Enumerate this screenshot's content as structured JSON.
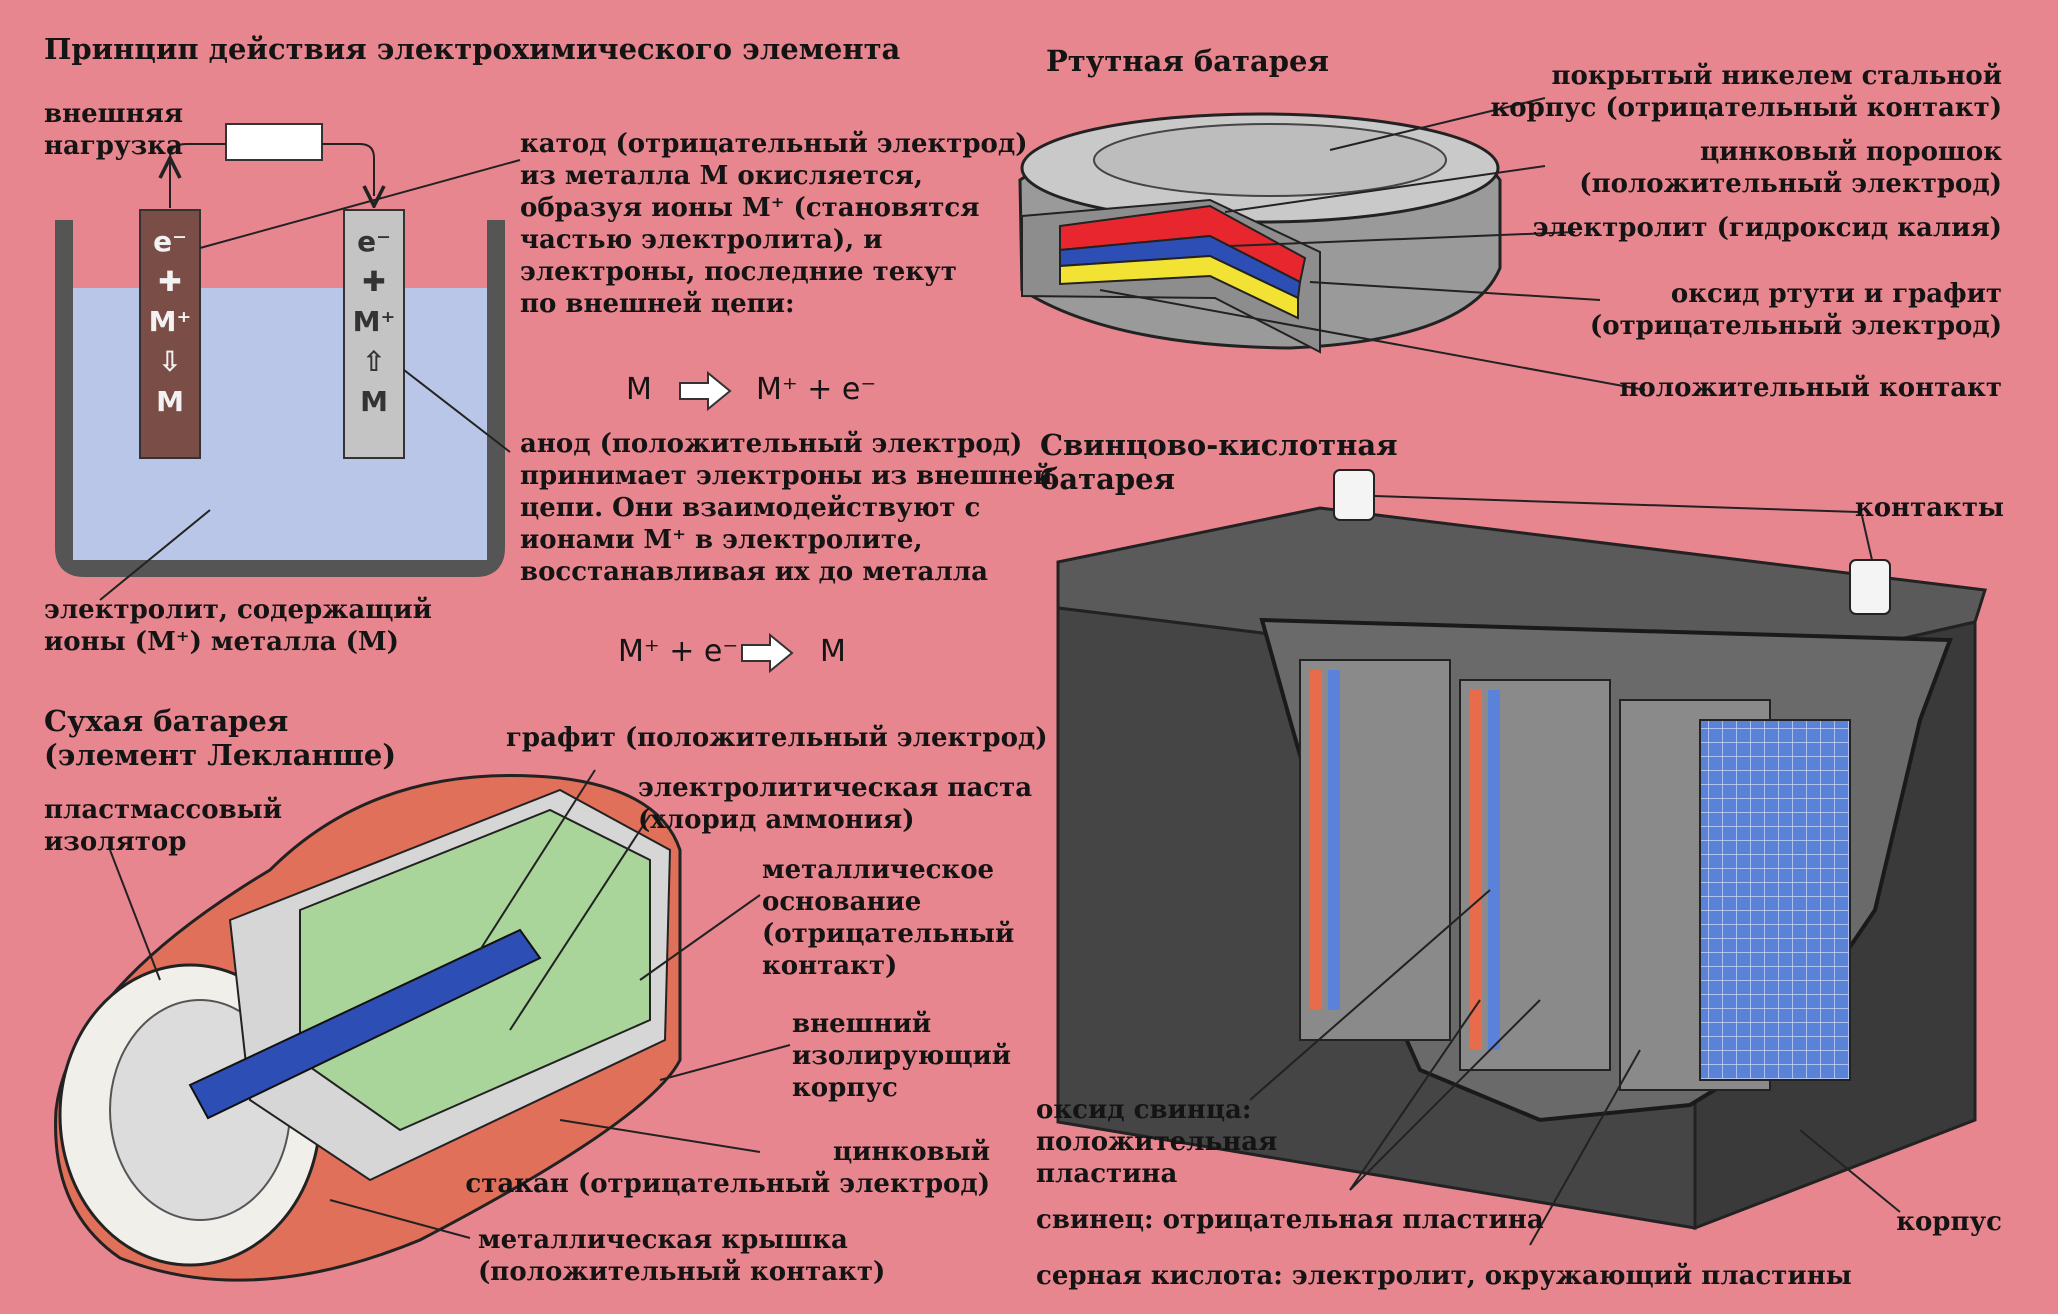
{
  "colors": {
    "background": "#e8868f",
    "electrolyte": "#b9c6e8",
    "cathode": "#7a4e47",
    "anode": "#c4c4c4",
    "mercury_red": "#e8262d",
    "mercury_blue": "#2d4fb5",
    "mercury_yellow": "#f2e233",
    "dry_green": "#a9d59a",
    "dry_outer": "#e0705a",
    "lead_case": "#454545",
    "plate_blue": "#5b82d9",
    "plate_red": "#e86b4b"
  },
  "principle": {
    "title": "Принцип действия электрохимического элемента",
    "load_label": [
      "внешняя",
      "нагрузка"
    ],
    "cathode_electrode": [
      "e⁻",
      "✚",
      "M⁺",
      "⇩",
      "M"
    ],
    "anode_electrode": [
      "e⁻",
      "✚",
      "M⁺",
      "⇧",
      "M"
    ],
    "cathode_text": [
      "катод (отрицательный электрод)",
      "из металла М окисляется,",
      "образуя ионы М⁺ (становятся",
      "частью электролита), и",
      "электроны, последние текут",
      "по внешней цепи:"
    ],
    "eq1": {
      "left": "M",
      "right": "M⁺ + e⁻"
    },
    "anode_text": [
      "анод (положительный электрод)",
      "принимает электроны из внешней",
      "цепи. Они взаимодействуют с",
      "ионами М⁺ в электролите,",
      "восстанавливая их до металла"
    ],
    "eq2": {
      "left": "M⁺ + e⁻",
      "right": "M"
    },
    "electrolyte_text": [
      "электролит, содержащий",
      "ионы (М⁺) металла (М)"
    ]
  },
  "mercury": {
    "title": "Ртутная батарея",
    "labels": [
      [
        "покрытый никелем стальной",
        "корпус (отрицательный контакт)"
      ],
      [
        "цинковый порошок",
        "(положительный электрод)"
      ],
      [
        "электролит (гидроксид калия)"
      ],
      [
        "оксид ртути и графит",
        "(отрицательный электрод)"
      ],
      [
        "положительный контакт"
      ]
    ]
  },
  "dry": {
    "title": [
      "Сухая батарея",
      "(элемент Лекланше)"
    ],
    "insulator": [
      "пластмассовый",
      "изолятор"
    ],
    "graphite": [
      "графит (положительный электрод)"
    ],
    "paste": [
      "электролитическая паста",
      "(хлорид аммония)"
    ],
    "base": [
      "металлическое",
      "основание",
      "(отрицательный",
      "контакт)"
    ],
    "outer": [
      "внешний",
      "изолирующий",
      "корпус"
    ],
    "zinc": [
      "цинковый",
      "стакан (отрицательный электрод)"
    ],
    "cap": [
      "металлическая крышка",
      "(положительный контакт)"
    ]
  },
  "lead": {
    "title": [
      "Свинцово-кислотная",
      "батарея"
    ],
    "contacts": "контакты",
    "oxide": [
      "оксид свинца:",
      "положительная",
      "пластина"
    ],
    "lead_plate": "свинец: отрицательная пластина",
    "acid": "серная кислота: электролит, окружающий пластины",
    "case": "корпус"
  }
}
